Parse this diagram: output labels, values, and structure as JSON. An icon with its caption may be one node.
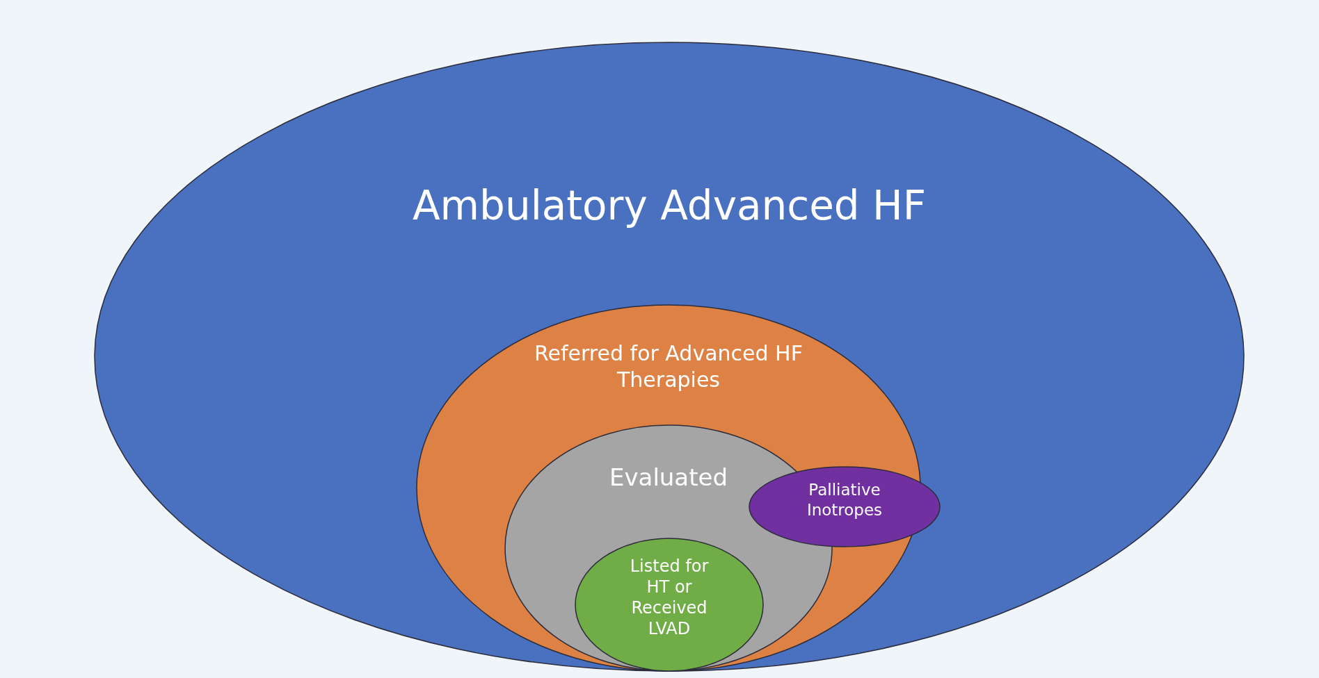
{
  "diagram": {
    "nodes": [
      {
        "text": [
          "Ambulatory Advanced HF"
        ]
      },
      {
        "text": [
          "Referred for Advanced HF Therapies"
        ],
        "in": 0
      },
      {
        "text": [
          "Evaluated"
        ],
        "in": 1
      },
      {
        "text": [
          "Listed for HT or Received LVAD"
        ],
        "in": 2
      },
      {
        "text": [
          "Palliative Inotropes"
        ],
        "in": 0
      }
    ]
  }
}
